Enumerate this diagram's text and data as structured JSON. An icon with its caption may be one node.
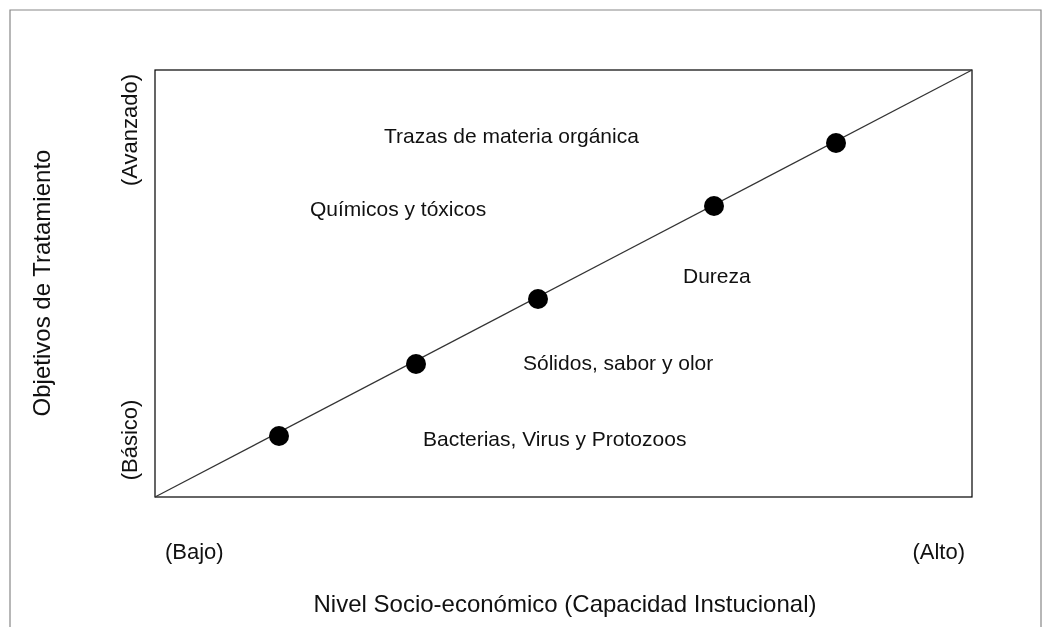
{
  "diagram": {
    "labels": [
      "Objetivos de Tratamiento",
      "(Avanzado)",
      "(Básico)",
      "Trazas de materia orgánica",
      "Químicos y tóxicos",
      "Dureza",
      "Sólidos, sabor y olor",
      "Bacterias, Virus y Protozoos",
      "(Bajo)",
      "(Alto)",
      "Nivel Socio-económico (Capacidad Instucional)"
    ]
  }
}
